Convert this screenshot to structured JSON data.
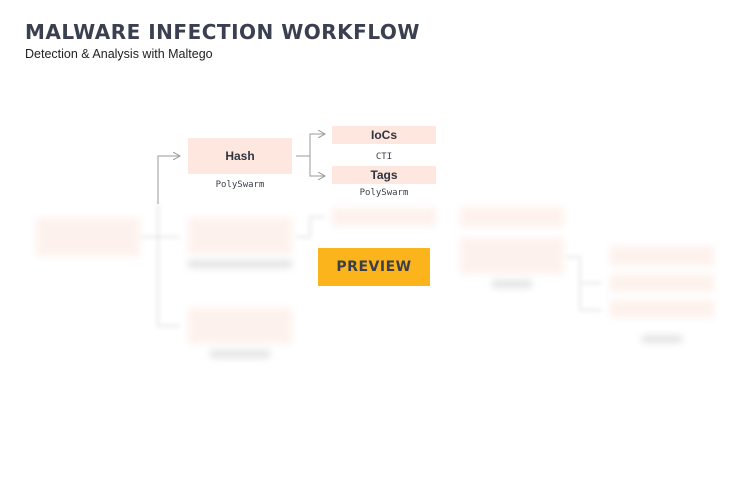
{
  "header": {
    "title": "MALWARE INFECTION WORKFLOW",
    "subtitle": "Detection & Analysis with Maltego"
  },
  "nodes": {
    "hash": {
      "label": "Hash",
      "caption": "PolySwarm"
    },
    "iocs": {
      "label": "IoCs",
      "caption": "CTI"
    },
    "tags": {
      "label": "Tags",
      "caption": "PolySwarm"
    }
  },
  "overlay": {
    "label": "PREVIEW"
  },
  "colors": {
    "node_fill": "#fde7df",
    "preview_fill": "#fbb41c",
    "text": "#2f3440",
    "connector": "#9a9a9a"
  }
}
